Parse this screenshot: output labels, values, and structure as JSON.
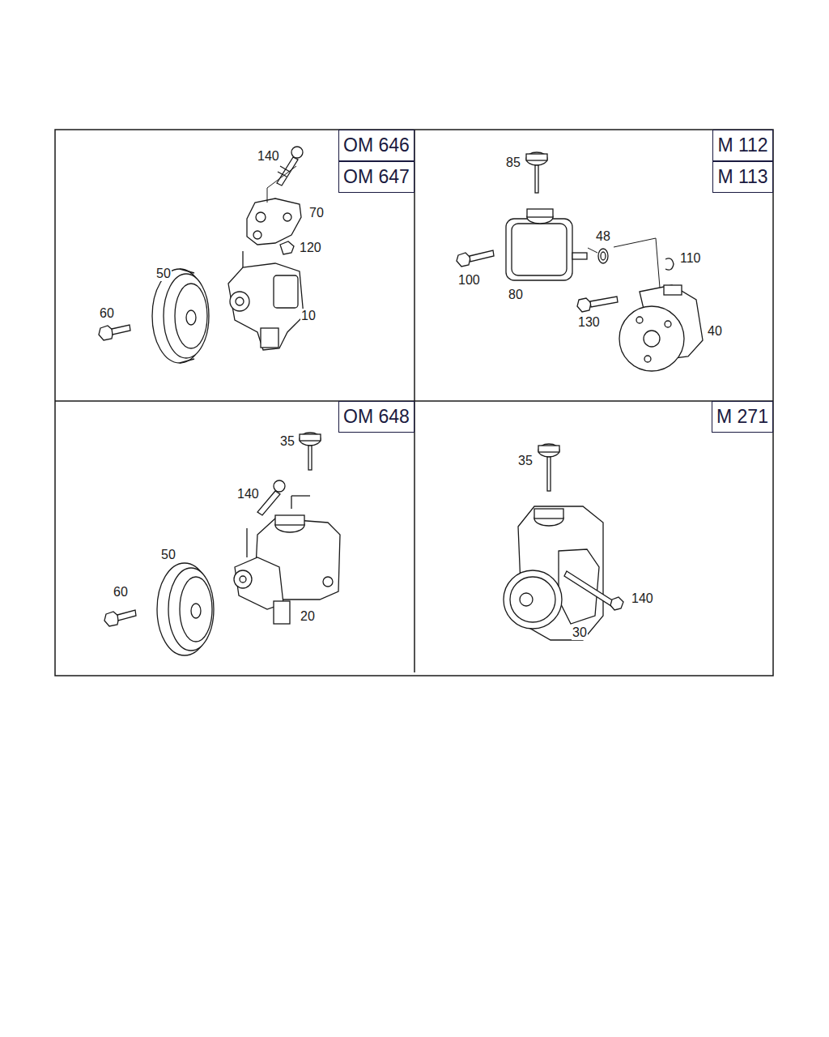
{
  "diagram": {
    "nodes": [
      {
        "text": [
          "OM 646"
        ]
      },
      {
        "text": [
          "OM 647"
        ]
      },
      {
        "text": [
          "M 112"
        ]
      },
      {
        "text": [
          "M 113"
        ]
      },
      {
        "text": [
          "OM 648"
        ]
      },
      {
        "text": [
          "M 271"
        ]
      }
    ],
    "labels": [
      "140",
      "70",
      "120",
      "50",
      "10",
      "60",
      "85",
      "48",
      "110",
      "100",
      "80",
      "130",
      "40",
      "35",
      "140",
      "50",
      "60",
      "20",
      "35",
      "140",
      "30"
    ]
  }
}
